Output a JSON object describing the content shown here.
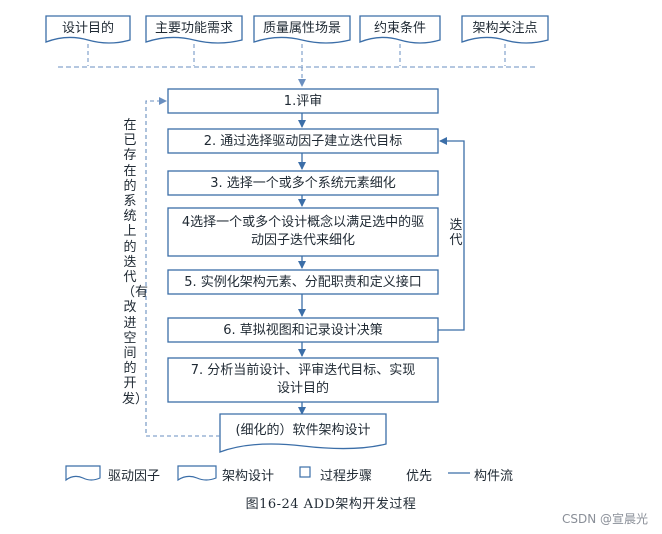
{
  "drivers": [
    "设计目的",
    "主要功能需求",
    "质量属性场景",
    "约束条件",
    "架构关注点"
  ],
  "steps": [
    "1.评审",
    "2. 通过选择驱动因子建立迭代目标",
    "3. 选择一个或多个系统元素细化",
    "4选择一个或多个设计概念以满足选中的驱动因子迭代来细化",
    "5. 实例化架构元素、分配职责和定义接口",
    "6. 草拟视图和记录设计决策",
    "7. 分析当前设计、评审迭代目标、实现设计目的"
  ],
  "output_label": "(细化的）软件架构设计",
  "left_loop_label": "在已存在的系统上的迭代（有改进空间的开发）",
  "right_loop_label": "迭代",
  "legend": {
    "driver": "驱动因子",
    "design": "架构设计",
    "step": "过程步骤",
    "precedence": "优先",
    "flow": "构件流"
  },
  "caption": "图16-24 ADD架构开发过程",
  "watermark": "CSDN @宣晨光",
  "colors": {
    "box_stroke": "#3b6ea8",
    "arrow": "#3b6ea8",
    "dashed": "#6a8fc0",
    "text": "#1f2933"
  }
}
